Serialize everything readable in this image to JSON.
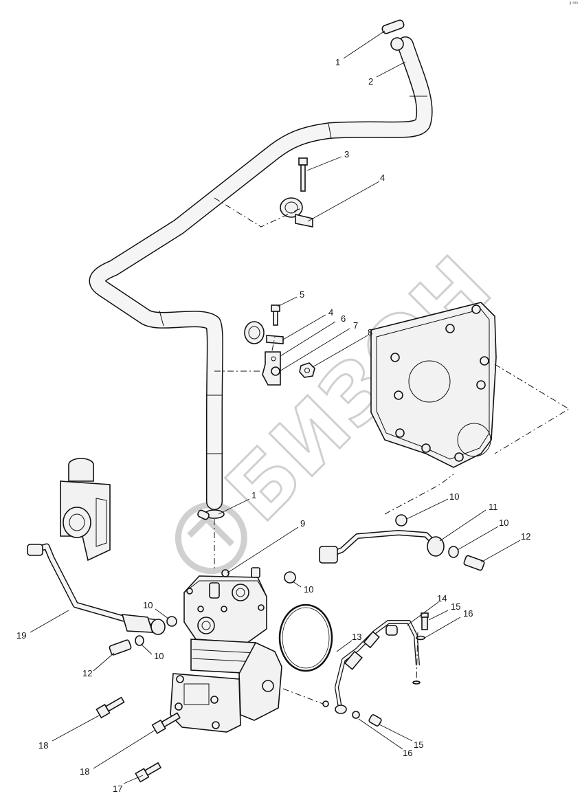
{
  "watermark": {
    "text": "БИЗОН",
    "color": "#d0d0d0"
  },
  "corner_mark": "ᵍ ᵃᵃᵃ",
  "callouts": [
    {
      "id": "c1a",
      "label": "1"
    },
    {
      "id": "c2",
      "label": "2"
    },
    {
      "id": "c3",
      "label": "3"
    },
    {
      "id": "c4a",
      "label": "4"
    },
    {
      "id": "c5",
      "label": "5"
    },
    {
      "id": "c4b",
      "label": "4"
    },
    {
      "id": "c6",
      "label": "6"
    },
    {
      "id": "c7",
      "label": "7"
    },
    {
      "id": "c8",
      "label": "8"
    },
    {
      "id": "c1b",
      "label": "1"
    },
    {
      "id": "c9",
      "label": "9"
    },
    {
      "id": "c10a",
      "label": "10"
    },
    {
      "id": "c11",
      "label": "11"
    },
    {
      "id": "c10b",
      "label": "10"
    },
    {
      "id": "c12a",
      "label": "12"
    },
    {
      "id": "c10c",
      "label": "10"
    },
    {
      "id": "c10d",
      "label": "10"
    },
    {
      "id": "c10e",
      "label": "10"
    },
    {
      "id": "c19",
      "label": "19"
    },
    {
      "id": "c12b",
      "label": "12"
    },
    {
      "id": "c13",
      "label": "13"
    },
    {
      "id": "c14",
      "label": "14"
    },
    {
      "id": "c15a",
      "label": "15"
    },
    {
      "id": "c16a",
      "label": "16"
    },
    {
      "id": "c18a",
      "label": "18"
    },
    {
      "id": "c18b",
      "label": "18"
    },
    {
      "id": "c17",
      "label": "17"
    },
    {
      "id": "c15b",
      "label": "15"
    },
    {
      "id": "c16b",
      "label": "16"
    }
  ]
}
